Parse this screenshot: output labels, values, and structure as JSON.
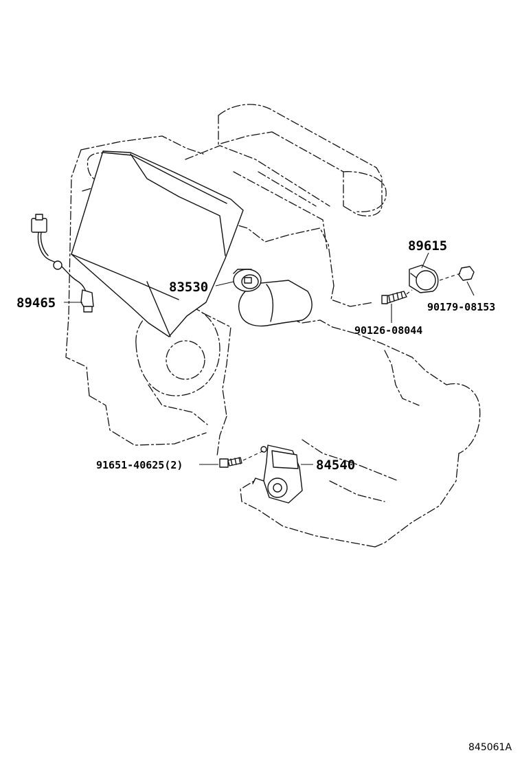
{
  "diagram": {
    "reference_code": "845061A",
    "parts": {
      "p89615": "89615",
      "p83530": "83530",
      "p89465": "89465",
      "p90179": "90179-08153",
      "p90126": "90126-08044",
      "p91651": "91651-40625(2)",
      "p84540": "84540"
    }
  }
}
